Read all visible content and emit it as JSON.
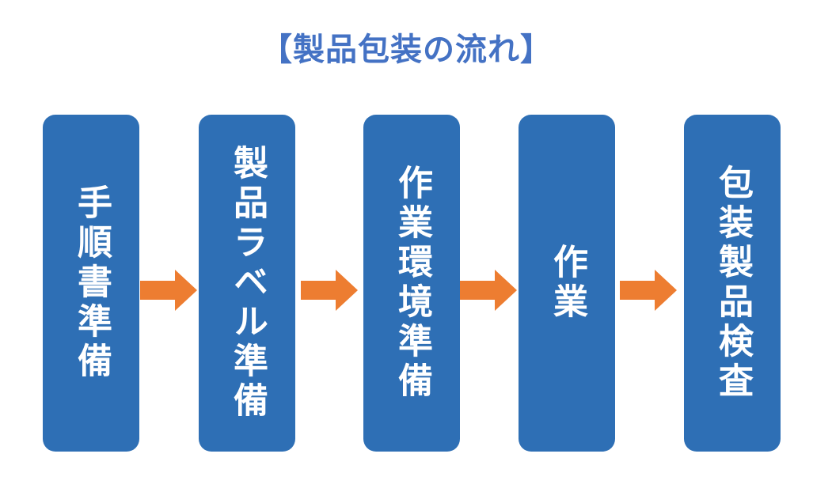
{
  "title": "【製品包装の流れ】",
  "steps": [
    {
      "label": "手順書準備"
    },
    {
      "label": "製品ラベル準備"
    },
    {
      "label": "作業環境準備"
    },
    {
      "label": "作業"
    },
    {
      "label": "包装製品検査"
    }
  ],
  "colors": {
    "title": "#4472c4",
    "box": "#2e6fb5",
    "arrow": "#ed7d31",
    "text": "#ffffff"
  }
}
